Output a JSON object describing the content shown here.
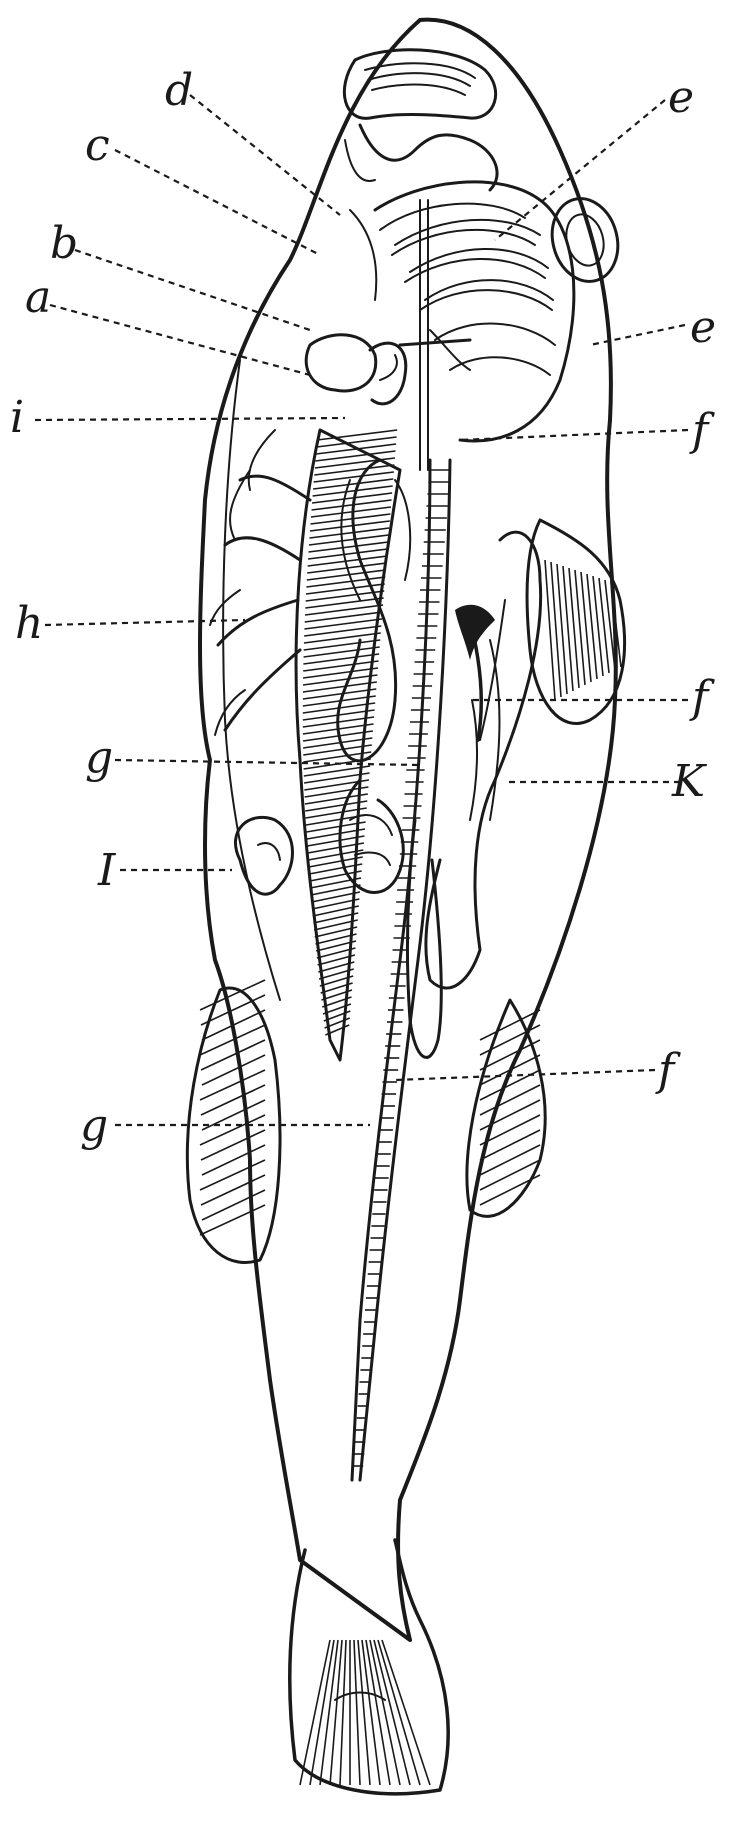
{
  "labels": {
    "d": "d",
    "c": "c",
    "b": "b",
    "a": "a",
    "i": "i",
    "e_upper": "e",
    "e_lower": "e",
    "f_upper": "f",
    "f_middle": "f",
    "f_lower": "f",
    "h": "h",
    "g_upper": "g",
    "g_lower": "g",
    "k": "K",
    "l": "I"
  },
  "colors": {
    "ink": "#1a1a1a",
    "paper": "#ffffff"
  }
}
